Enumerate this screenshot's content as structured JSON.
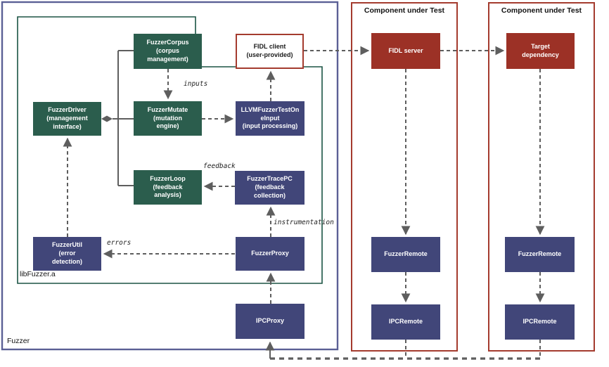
{
  "diagram": {
    "outer_label": "Fuzzer",
    "lib_label": "libFuzzer.a",
    "component_label_1": "Component under Test",
    "component_label_2": "Component under Test",
    "nodes": {
      "fuzzer_corpus": {
        "label": "FuzzerCorpus\n(corpus\nmanagement)"
      },
      "fidl_client": {
        "label": "FIDL client\n(user-provided)"
      },
      "fuzzer_driver": {
        "label": "FuzzerDriver\n(management\ninterface)"
      },
      "fuzzer_mutate": {
        "label": "FuzzerMutate\n(mutation\nengine)"
      },
      "llvm_fuzzer_test_one_input": {
        "label": "LLVMFuzzerTestOn\neInput\n(input processing)"
      },
      "fuzzer_loop": {
        "label": "FuzzerLoop\n(feedback\nanalysis)"
      },
      "fuzzer_trace_pc": {
        "label": "FuzzerTracePC\n(feedback\ncollection)"
      },
      "fuzzer_util": {
        "label": "FuzzerUtil\n(error\ndetection)"
      },
      "fuzzer_proxy": {
        "label": "FuzzerProxy"
      },
      "ipc_proxy": {
        "label": "IPCProxy"
      },
      "fidl_server": {
        "label": "FIDL server"
      },
      "fuzzer_remote_1": {
        "label": "FuzzerRemote"
      },
      "ipc_remote_1": {
        "label": "IPCRemote"
      },
      "target_dependency": {
        "label": "Target\ndependency"
      },
      "fuzzer_remote_2": {
        "label": "FuzzerRemote"
      },
      "ipc_remote_2": {
        "label": "IPCRemote"
      }
    },
    "edge_labels": {
      "inputs": "inputs",
      "feedback": "feedback",
      "errors": "errors",
      "instrumentation": "instrumentation"
    },
    "colors": {
      "green_box": "#2b5d4d",
      "blue_box": "#414679",
      "red_box": "#9c3126",
      "red_border": "#a43b2e",
      "green_border": "#1b5444",
      "outer_border": "#5b6095",
      "line": "#5e5e5e",
      "label_text": "#1f1f1f"
    }
  }
}
